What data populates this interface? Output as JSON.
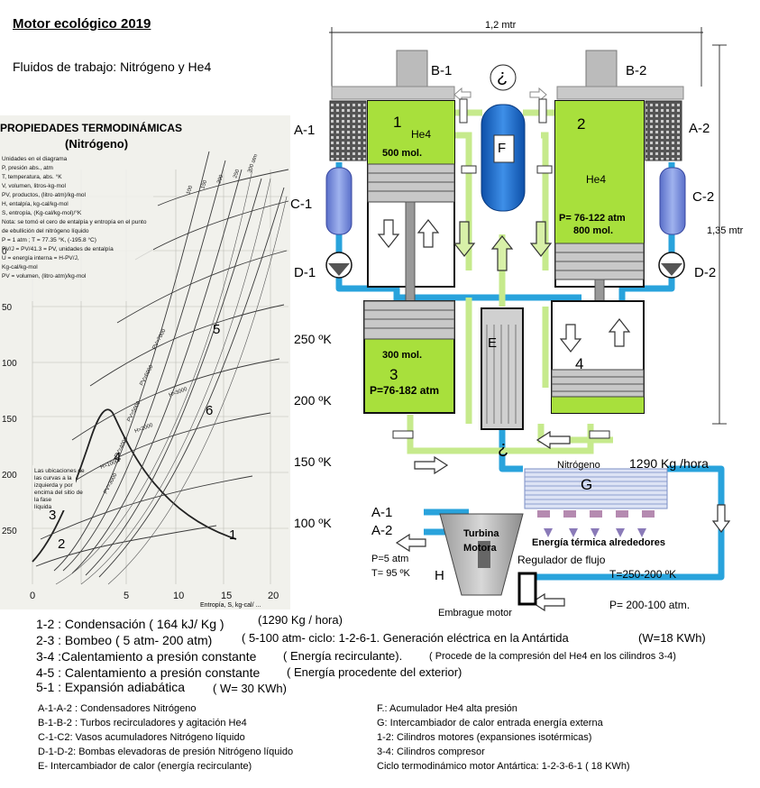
{
  "header": {
    "title": "Motor ecológico 2019",
    "subtitle": "Fluidos de trabajo: Nitrógeno y He4"
  },
  "chart": {
    "title": "PROPIEDADES TERMODINÁMICAS",
    "substance": "(Nitrógeno)",
    "legend_lines": [
      "Unidades en el diagrama",
      "P, presión abs., atm",
      "T, temperatura, abs. °K",
      "V, volumen, litros-kg-mol",
      "PV, productos, (litro·atm)/kg-mol",
      "H, entalpía, kg-cal/kg-mol",
      "S, entropía, (Kg-cal/kg-mol)/°K",
      "Nota: se tomó el cero de entalpía y entropía en el punto",
      "de ebullición del nitrógeno líquido",
      "P = 1 atm ; T = 77.35 °K, (-195.8 °C)",
      "PV/J = PV/41.3 = PV, unidades de entalpía",
      "U = energía interna = H-PV/J,",
      "Kg-cal/kg-mol",
      "PV = volumen, (litro·atm)/kg-mol"
    ],
    "note_lines": [
      "Las ubicaciones de",
      "las curvas a la",
      "izquierda y por",
      "encima del sitio de",
      "la fase",
      "líquida"
    ],
    "x_axis_label": "Entropía, S, kg-cal/ ...",
    "x_ticks": [
      "0",
      "5",
      "10",
      "15",
      "20"
    ],
    "left_ticks": [
      "250",
      "200",
      "150",
      "100",
      "50",
      "0"
    ],
    "curve_labels": [
      "PV=3000",
      "PV=4000",
      "PV=5000",
      "PV=6000",
      "PV=7000",
      "H=1000",
      "H=2000",
      "H=3000",
      "100",
      "150",
      "200",
      "250",
      "300 atm"
    ],
    "points": [
      "1",
      "2",
      "3",
      "4",
      "5",
      "6"
    ],
    "temp_labels": [
      "250 ºK",
      "200 ºK",
      "150 ºK",
      "100 ºK"
    ]
  },
  "diagram": {
    "dim_width": "1,2 mtr",
    "dim_height": "1,35 mtr",
    "question": "¿",
    "turbos": [
      "B-1",
      "B-2"
    ],
    "condensers": [
      "A-1",
      "A-2"
    ],
    "vessels": [
      "C-1",
      "C-2"
    ],
    "pumps": [
      "D-1",
      "D-2"
    ],
    "accumulator": "F",
    "exchanger_e": "E",
    "cyl1": {
      "num": "1",
      "gas": "He4",
      "mol": "500 mol."
    },
    "cyl2": {
      "num": "2",
      "gas": "He4",
      "pressure": "P= 76-122 atm",
      "mol": "800 mol."
    },
    "cyl3": {
      "num": "3",
      "mol": "300 mol.",
      "pressure": "P=76-182 atm"
    },
    "cyl4": {
      "num": "4"
    },
    "exchanger_g": {
      "letter": "G",
      "gas": "Nitrógeno",
      "flow": "1290 Kg /hora",
      "energy": "Energía térmica alrededores"
    },
    "turbine": {
      "name_line1": "Turbina",
      "name_line2": "Motora",
      "letter": "H",
      "clutch": "Embrague motor"
    },
    "inlets": [
      "A-1",
      "A-2"
    ],
    "turbine_out": {
      "pressure": "P=5 atm",
      "temp": "T= 95 ºK"
    },
    "regulator": "Regulador de flujo",
    "temp_range": "T=250-200 ºK",
    "pressure_range": "P= 200-100 atm."
  },
  "processes": {
    "p12": "1-2 : Condensación ( 164 kJ/ Kg )",
    "p12b": "(1290 Kg / hora)",
    "p23": "2-3 : Bombeo ( 5 atm- 200 atm)",
    "p23b": "( 5-100 atm- ciclo: 1-2-6-1. Generación eléctrica en la Antártida",
    "p23c": "(W=18 KWh)",
    "p34": "3-4 :Calentamiento a presión constante",
    "p34b": "( Energía recirculante).",
    "p34c": "( Procede de la compresión del He4 en los cilindros 3-4)",
    "p45": "4-5 : Calentamiento a presión constante",
    "p45b": "( Energía procedente del exterior)",
    "p51": "5-1 : Expansión adiabática",
    "p51b": "( W= 30 KWh)"
  },
  "legend": {
    "left": [
      "A-1-A-2 : Condensadores Nitrógeno",
      "B-1-B-2 : Turbos recirculadores y agitación He4",
      "C-1-C2: Vasos acumuladores Nitrógeno líquido",
      "D-1-D-2: Bombas elevadoras de presión Nitrógeno líquido",
      "E- Intercambiador de calor (energía recirculante)"
    ],
    "right": [
      "F.: Acumulador He4 alta presión",
      "G: Intercambiador de calor entrada energía externa",
      "1-2: Cilindros motores (expansiones isotérmicas)",
      "3-4: Cilindros compresor",
      "Ciclo termodinámico motor Antártica: 1-2-3-6-1 ( 18 KWh)"
    ]
  },
  "colors": {
    "pipe_blue": "#29a3dc",
    "green_fill": "#a8e03c",
    "pale_green": "#c6ea8c",
    "accumulator_blue": "#1e6fd0",
    "grey": "#b4b4b4"
  }
}
